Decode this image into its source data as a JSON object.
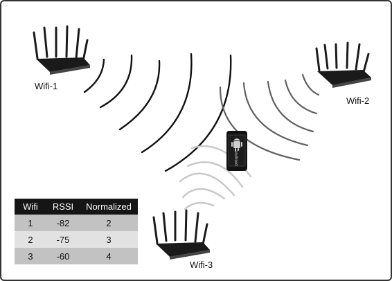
{
  "routers": [
    {
      "label": "Wifi-1"
    },
    {
      "label": "Wifi-2"
    },
    {
      "label": "Wifi-3"
    }
  ],
  "phone": {
    "brand_text": "android"
  },
  "table": {
    "headers": [
      "Wifi",
      "RSSI",
      "Normalized"
    ],
    "rows": [
      [
        "1",
        "-82",
        "2"
      ],
      [
        "2",
        "-75",
        "3"
      ],
      [
        "3",
        "-60",
        "4"
      ]
    ]
  },
  "colors": {
    "router_body": "#1a1a1a",
    "wave_wifi1": "#111111",
    "wave_wifi2": "#555555",
    "wave_wifi3": "#c8c8c8",
    "header_bg": "#151515",
    "row_dark": "#c2c2c2",
    "row_light": "#e2e2e2"
  }
}
